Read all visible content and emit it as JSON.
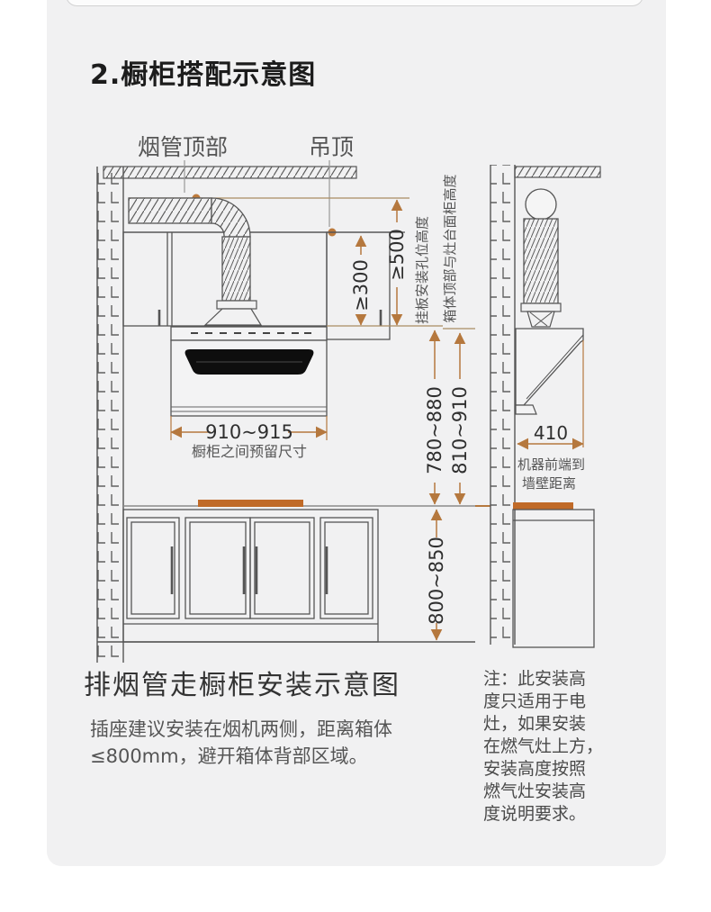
{
  "page": {
    "title": "2.橱柜搭配示意图"
  },
  "diagram": {
    "labels": {
      "duct_top": "烟管顶部",
      "ceiling": "吊顶",
      "hanger_hole_height": "挂板安装孔位高度",
      "box_top_to_counter": "箱体顶部与灶台面柜高度",
      "cabinet_gap_note": "橱柜之间预留尺寸",
      "front_to_wall_line1": "机器前端到",
      "front_to_wall_line2": "墙壁距离"
    },
    "dimensions": {
      "ceiling_clearance": "≥300",
      "duct_clearance": "≥500",
      "hanger_hole": "780~880",
      "box_top": "810~910",
      "counter_height": "800~850",
      "cabinet_gap": "910~915",
      "wall_distance": "410"
    },
    "colors": {
      "dimension_orange": "#b5783e",
      "cooktop_orange": "#c06a28",
      "line_gray": "#555555",
      "panel_bg": "#f1f1f2"
    }
  },
  "footer": {
    "heading": "排烟管走橱柜安装示意图",
    "socket_note": "插座建议安装在烟机两侧，距离箱体\n≤800mm，避开箱体背部区域。",
    "gas_note": "注：此安装高\n度只适用于电\n灶，如果安装\n在燃气灶上方，\n安装高度按照\n燃气灶安装高\n度说明要求。"
  }
}
